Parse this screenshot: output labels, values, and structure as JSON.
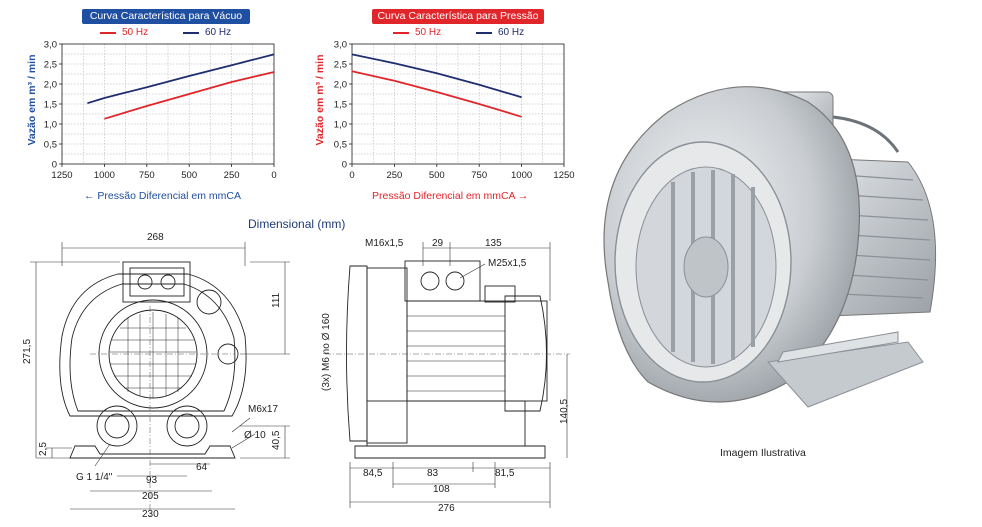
{
  "chart_data": [
    {
      "type": "line",
      "title": "Curva Característica para Vácuo",
      "ylabel": "Vazão em m³ / min",
      "xlabel": "Pressão Diferencial em mmCA",
      "x_reversed": true,
      "xlim": [
        1250,
        0
      ],
      "ylim": [
        0,
        3.0
      ],
      "x_ticks": [
        "1250",
        "1000",
        "750",
        "500",
        "250",
        "0"
      ],
      "y_ticks": [
        "0",
        "0,5",
        "1,0",
        "1,5",
        "2,0",
        "2,5",
        "3,0"
      ],
      "grid": true,
      "legend": "top",
      "colors": {
        "title_bg": "#1f4fa0",
        "axis_label": "#1f4fa0"
      },
      "series": [
        {
          "name": "50 Hz",
          "color": "#e0262b",
          "x": [
            1000,
            750,
            500,
            250,
            0
          ],
          "y": [
            1.13,
            1.45,
            1.75,
            2.05,
            2.3
          ]
        },
        {
          "name": "60 Hz",
          "color": "#1f2e6e",
          "x": [
            1100,
            1000,
            750,
            500,
            250,
            0
          ],
          "y": [
            1.52,
            1.65,
            1.92,
            2.2,
            2.47,
            2.74
          ]
        }
      ]
    },
    {
      "type": "line",
      "title": "Curva Característica para Pressão",
      "ylabel": "Vazão em m³ / min",
      "xlabel": "Pressão Diferencial em mmCA",
      "x_reversed": false,
      "xlim": [
        0,
        1250
      ],
      "ylim": [
        0,
        3.0
      ],
      "x_ticks": [
        "0",
        "250",
        "500",
        "750",
        "1000",
        "1250"
      ],
      "y_ticks": [
        "0",
        "0,5",
        "1,0",
        "1,5",
        "2,0",
        "2,5",
        "3,0"
      ],
      "grid": true,
      "legend": "top",
      "colors": {
        "title_bg": "#e0262b",
        "axis_label": "#e0262b"
      },
      "series": [
        {
          "name": "50 Hz",
          "color": "#e0262b",
          "x": [
            0,
            250,
            500,
            750,
            1000
          ],
          "y": [
            2.32,
            2.08,
            1.8,
            1.5,
            1.18
          ]
        },
        {
          "name": "60 Hz",
          "color": "#1f2e6e",
          "x": [
            0,
            250,
            500,
            750,
            1000
          ],
          "y": [
            2.74,
            2.52,
            2.27,
            1.98,
            1.67
          ]
        }
      ]
    }
  ],
  "dimensional": {
    "title": "Dimensional (mm)",
    "front": {
      "d268": "268",
      "d111": "111",
      "d271": "271,5",
      "m6x17": "M6x17",
      "phi10": "Ø 10",
      "d40": "40,5",
      "d25": "2,5",
      "d64": "64",
      "d93": "93",
      "g114": "G 1 1/4\"",
      "d205": "205",
      "d230": "230"
    },
    "side": {
      "m16": "M16x1,5",
      "d29": "29",
      "d135": "135",
      "m25": "M25x1,5",
      "holes": "(3x) M6 no Ø 160",
      "d140": "140,5",
      "d84": "84,5",
      "d83": "83",
      "d81": "81,5",
      "d108": "108",
      "d276": "276"
    }
  },
  "illustration_caption": "Imagem Ilustrativa",
  "palette": {
    "blue": "#1f4fa0",
    "red": "#e0262b",
    "navy": "#1f2e6e",
    "grid": "#9a9a9a",
    "line": "#222222"
  }
}
